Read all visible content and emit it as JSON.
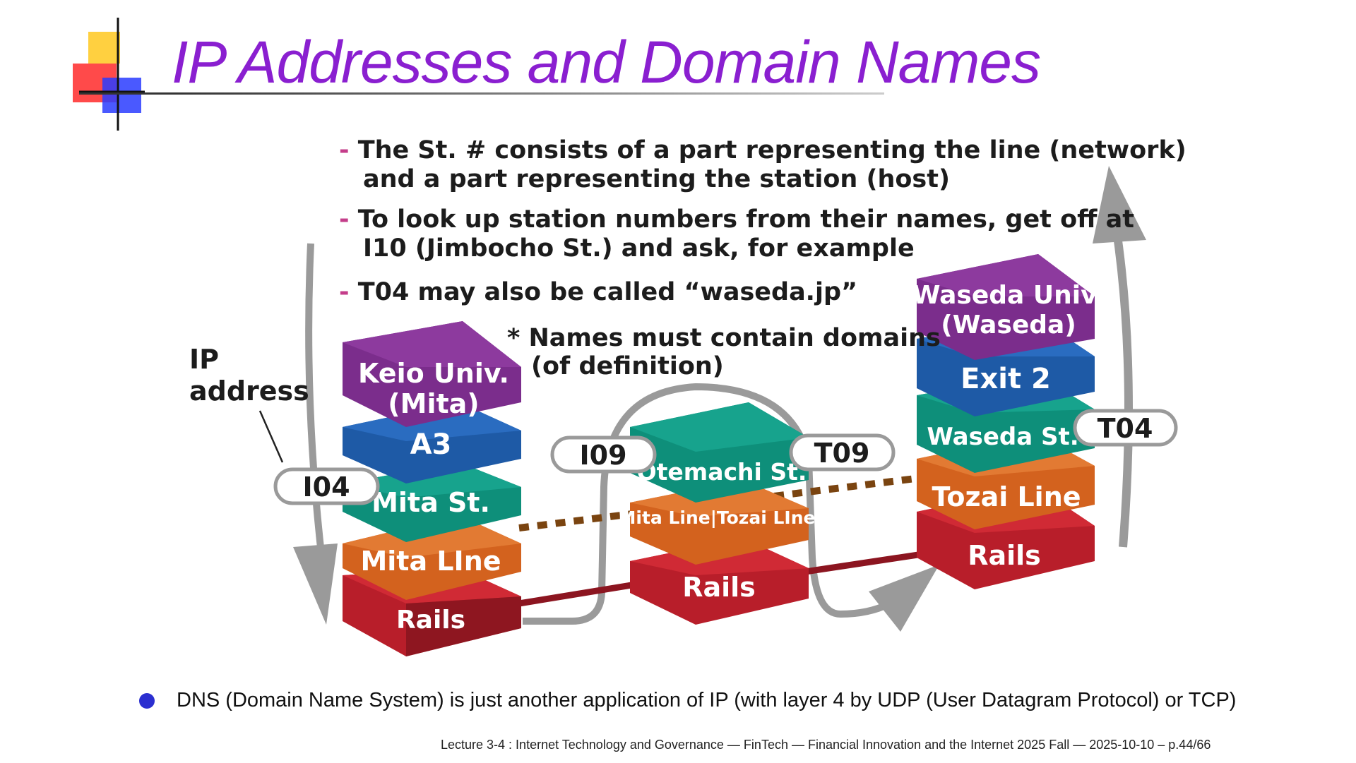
{
  "slide": {
    "title": "IP Addresses and Domain Names",
    "bullets": [
      {
        "dash": "-",
        "lines": [
          "The St. # consists of a part representing the line (network)",
          "and a part representing the station (host)"
        ]
      },
      {
        "dash": "-",
        "lines": [
          "To look up station numbers from their names, get off at",
          "I10 (Jimbocho St.) and ask, for example"
        ]
      },
      {
        "dash": "-",
        "lines": [
          "T04 may also be called “waseda.jp”"
        ]
      }
    ],
    "note": [
      "* Names must contain domains",
      "(of definition)"
    ],
    "ip_address_label": [
      "IP",
      "address"
    ],
    "stacks": {
      "keio": [
        "Keio Univ.",
        "(Mita)",
        "A3",
        "Mita St.",
        "Mita LIne",
        "Rails"
      ],
      "otemachi": [
        "Otemachi St.",
        "Mita Line|Tozai LIne",
        "Rails"
      ],
      "waseda": [
        "Waseda Univ.",
        "(Waseda)",
        "Exit 2",
        "Waseda St.",
        "Tozai Line",
        "Rails"
      ]
    },
    "tags": {
      "i04": "I04",
      "i09": "I09",
      "t09": "T09",
      "t04": "T04"
    },
    "bottom_bullet": "DNS (Domain Name System) is just another application of IP (with layer 4 by UDP (User Datagram Protocol) or TCP)",
    "footer": "Lecture 3-4 : Internet Technology and Governance — FinTech — Financial Innovation and the Internet 2025 Fall — 2025-10-10 – p.44/66",
    "colors": {
      "title": "#8a1fd0",
      "purple": "#7b2d8c",
      "blue": "#1e5aa6",
      "teal": "#0e8f7a",
      "orange": "#d3621e",
      "red": "#b81e2a",
      "bullet_dot": "#2b2fd0",
      "dash": "#c43d8a"
    }
  }
}
